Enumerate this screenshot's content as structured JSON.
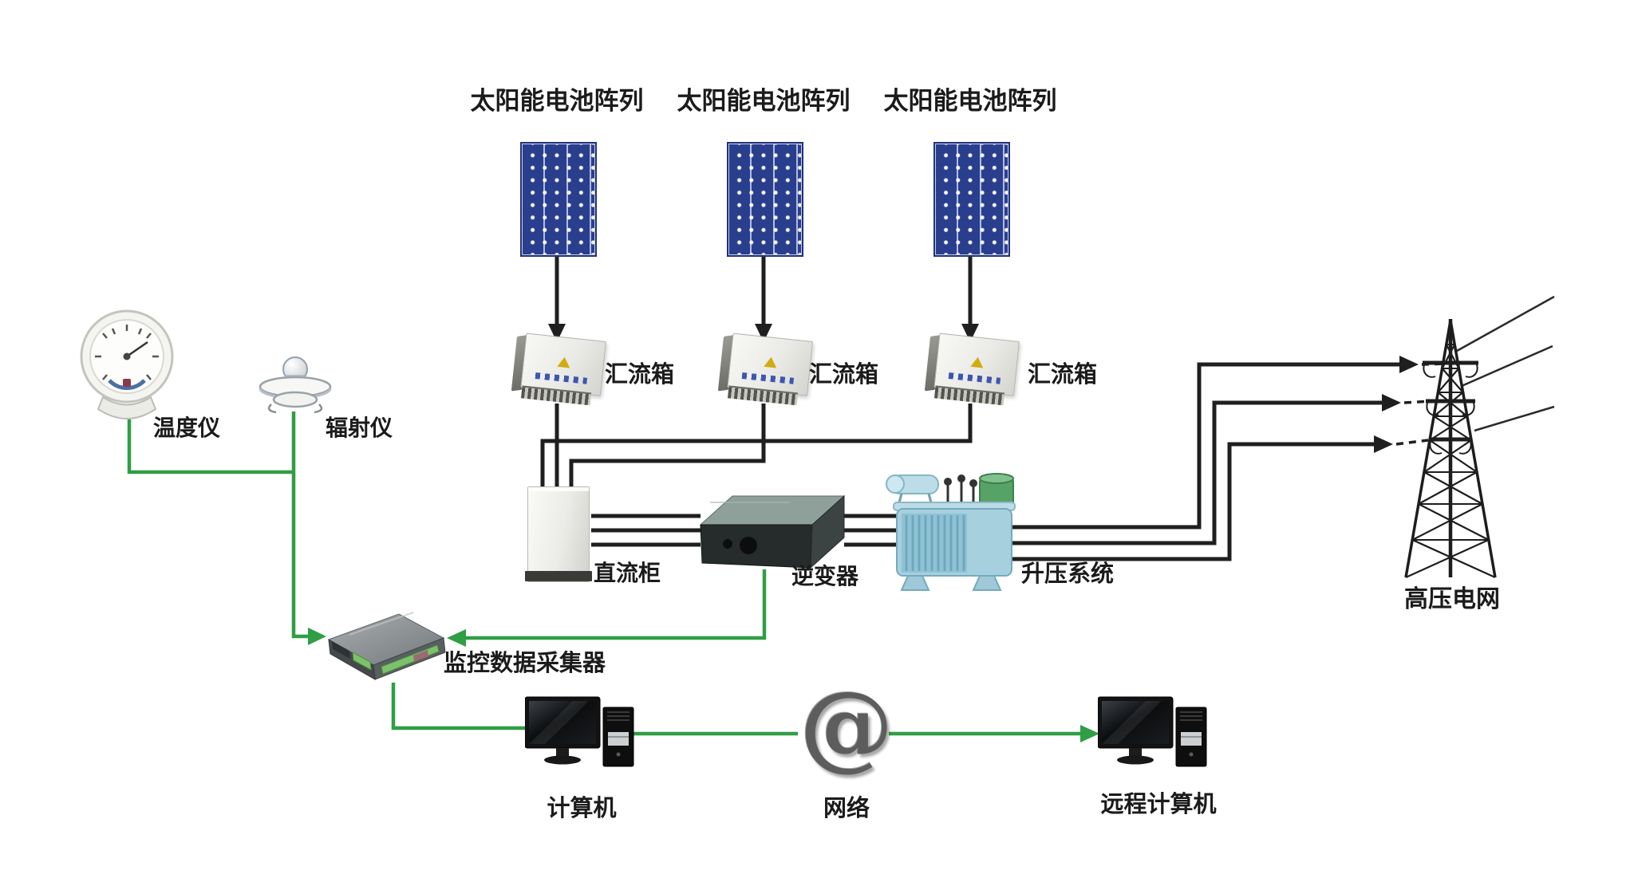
{
  "labels": {
    "solar_arrays": [
      "太阳能电池阵列",
      "太阳能电池阵列",
      "太阳能电池阵列"
    ],
    "combiner_boxes": [
      "汇流箱",
      "汇流箱",
      "汇流箱"
    ],
    "dc_cabinet": "直流柜",
    "inverter": "逆变器",
    "boost_system": "升压系统",
    "hv_grid": "高压电网",
    "thermometer": "温度仪",
    "radiometer": "辐射仪",
    "data_collector": "监控数据采集器",
    "computer": "计算机",
    "network": "网络",
    "remote_computer": "远程计算机"
  },
  "network_glyph": "@",
  "colors": {
    "background": "#ffffff",
    "power_line_black": "#1f1f1f",
    "signal_line_green": "#2f9e44",
    "solar_panel_blue": "#2a3e8e",
    "transformer_blue": "#a7d0df",
    "transformer_green_cylinder": "#57a267",
    "collector_terminal_green": "#7cc26a",
    "warning_triangle_yellow": "#d2ab10"
  }
}
